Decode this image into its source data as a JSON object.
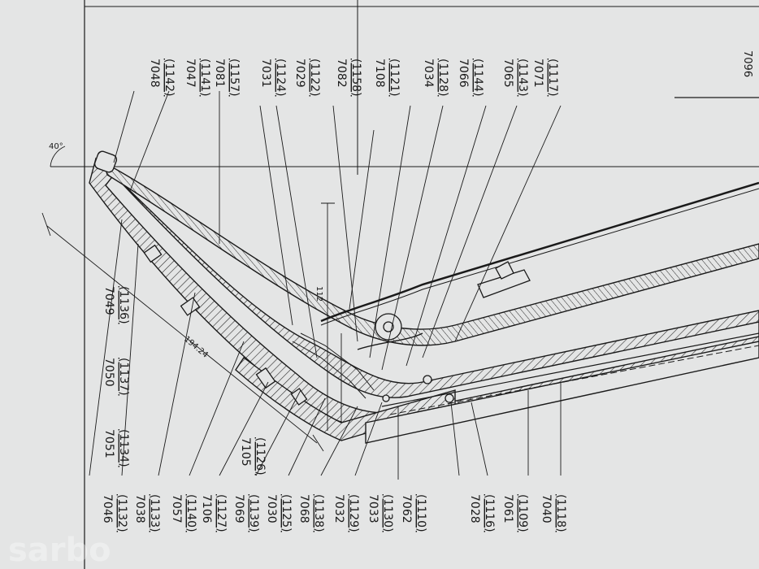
{
  "drawing": {
    "sheet_number": "7096",
    "angle_label": "40°",
    "dim_length": "194.24",
    "dim_height": "112",
    "watermark": "sarbo",
    "colors": {
      "paper": "#e4e5e5",
      "ink": "#1a1a1a"
    }
  },
  "top_labels": [
    {
      "part": "7048",
      "ref": "(1142)"
    },
    {
      "part": "7047",
      "ref": "(1141)"
    },
    {
      "part": "7081",
      "ref": "(1157)"
    },
    {
      "part": "7031",
      "ref": "(1124)"
    },
    {
      "part": "7029",
      "ref": "(1122)"
    },
    {
      "part": "7082",
      "ref": "(1158)"
    },
    {
      "part": "7108",
      "ref": "(1121)"
    },
    {
      "part": "7034",
      "ref": "(1128)"
    },
    {
      "part": "7066",
      "ref": "(1144)"
    },
    {
      "part": "7065",
      "ref": "(1143)"
    },
    {
      "part": "7071",
      "ref": "(1117)"
    }
  ],
  "mid_labels": [
    {
      "part": "7049",
      "ref": "(1136)"
    },
    {
      "part": "7050",
      "ref": "(1137)"
    },
    {
      "part": "7051",
      "ref": "(1134)"
    },
    {
      "part": "7105",
      "ref": "(1126)"
    }
  ],
  "bottom_labels": [
    {
      "part": "7046",
      "ref": "(1132)"
    },
    {
      "part": "7038",
      "ref": "(1133)"
    },
    {
      "part": "7057",
      "ref": "(1140)"
    },
    {
      "part": "7106",
      "ref": "(1127)"
    },
    {
      "part": "7069",
      "ref": "(1139)"
    },
    {
      "part": "7030",
      "ref": "(1125)"
    },
    {
      "part": "7068",
      "ref": "(1138)"
    },
    {
      "part": "7032",
      "ref": "(1129)"
    },
    {
      "part": "7033",
      "ref": "(1130)"
    },
    {
      "part": "7062",
      "ref": "(1110)"
    },
    {
      "part": "7028",
      "ref": "(1116)"
    },
    {
      "part": "7061",
      "ref": "(1109)"
    },
    {
      "part": "7040",
      "ref": "(1118)"
    }
  ]
}
